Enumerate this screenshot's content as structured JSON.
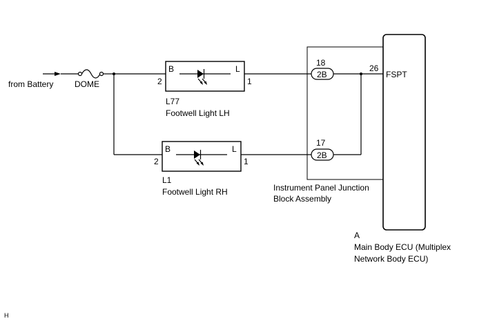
{
  "source": {
    "label": "from Battery"
  },
  "fuse": {
    "label": "DOME"
  },
  "light_lh": {
    "code": "L77",
    "name": "Footwell Light LH",
    "pin_left": "B",
    "pin_right": "L",
    "terminal_left": "2",
    "terminal_right": "1"
  },
  "light_rh": {
    "code": "L1",
    "name": "Footwell Light RH",
    "pin_left": "B",
    "pin_right": "L",
    "terminal_left": "2",
    "terminal_right": "1"
  },
  "junction_block": {
    "name_line1": "Instrument Panel Junction",
    "name_line2": "Block Assembly",
    "conn_top": {
      "pin": "18",
      "label": "2B"
    },
    "conn_bottom": {
      "pin": "17",
      "label": "2B"
    }
  },
  "ecu": {
    "connector": "A",
    "pin": "26",
    "signal": "FSPT",
    "name_line1": "Main Body ECU (Multiplex",
    "name_line2": "Network Body ECU)"
  },
  "corner_mark": "H"
}
